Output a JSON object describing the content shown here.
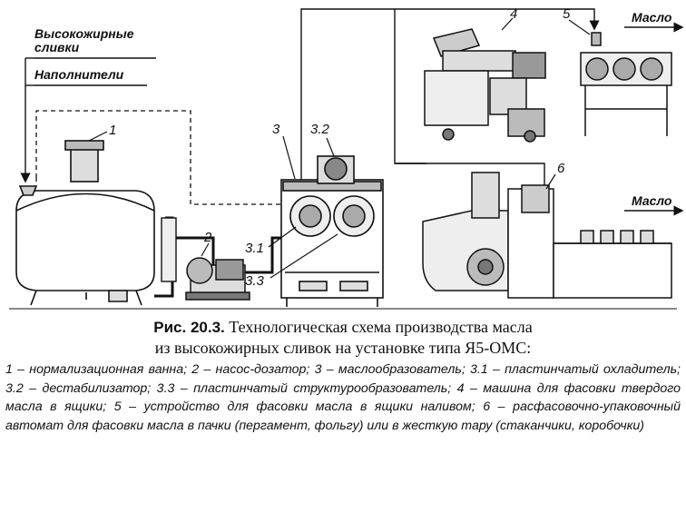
{
  "labels": {
    "cream": "Высокожирные сливки",
    "fillers": "Наполнители",
    "butter_top": "Масло",
    "butter_right": "Масло"
  },
  "numbers": {
    "n1": "1",
    "n2": "2",
    "n3": "3",
    "n3_1": "3.1",
    "n3_2": "3.2",
    "n3_3": "3.3",
    "n4": "4",
    "n5": "5",
    "n6": "6"
  },
  "caption": {
    "fig": "Рис. 20.3.",
    "title_line1": "Технологическая схема производства масла",
    "title_line2": "из высокожирных сливок на установке типа Я5-ОМС:",
    "legend": "1 – нормализационная ванна; 2 – насос-дозатор; 3 – маслообразователь; 3.1 – пластинчатый охладитель; 3.2 – дестабилизатор; 3.3 – пластинчатый структурообразователь; 4 – машина для фасовки твердого масла в ящики; 5 – устройство для фасовки масла в ящики наливом; 6 – расфасовочно-упаковочный автомат для фасовки масла в пачки (пергамент, фольгу) или в жесткую тару (стаканчики, коробочки)"
  }
}
